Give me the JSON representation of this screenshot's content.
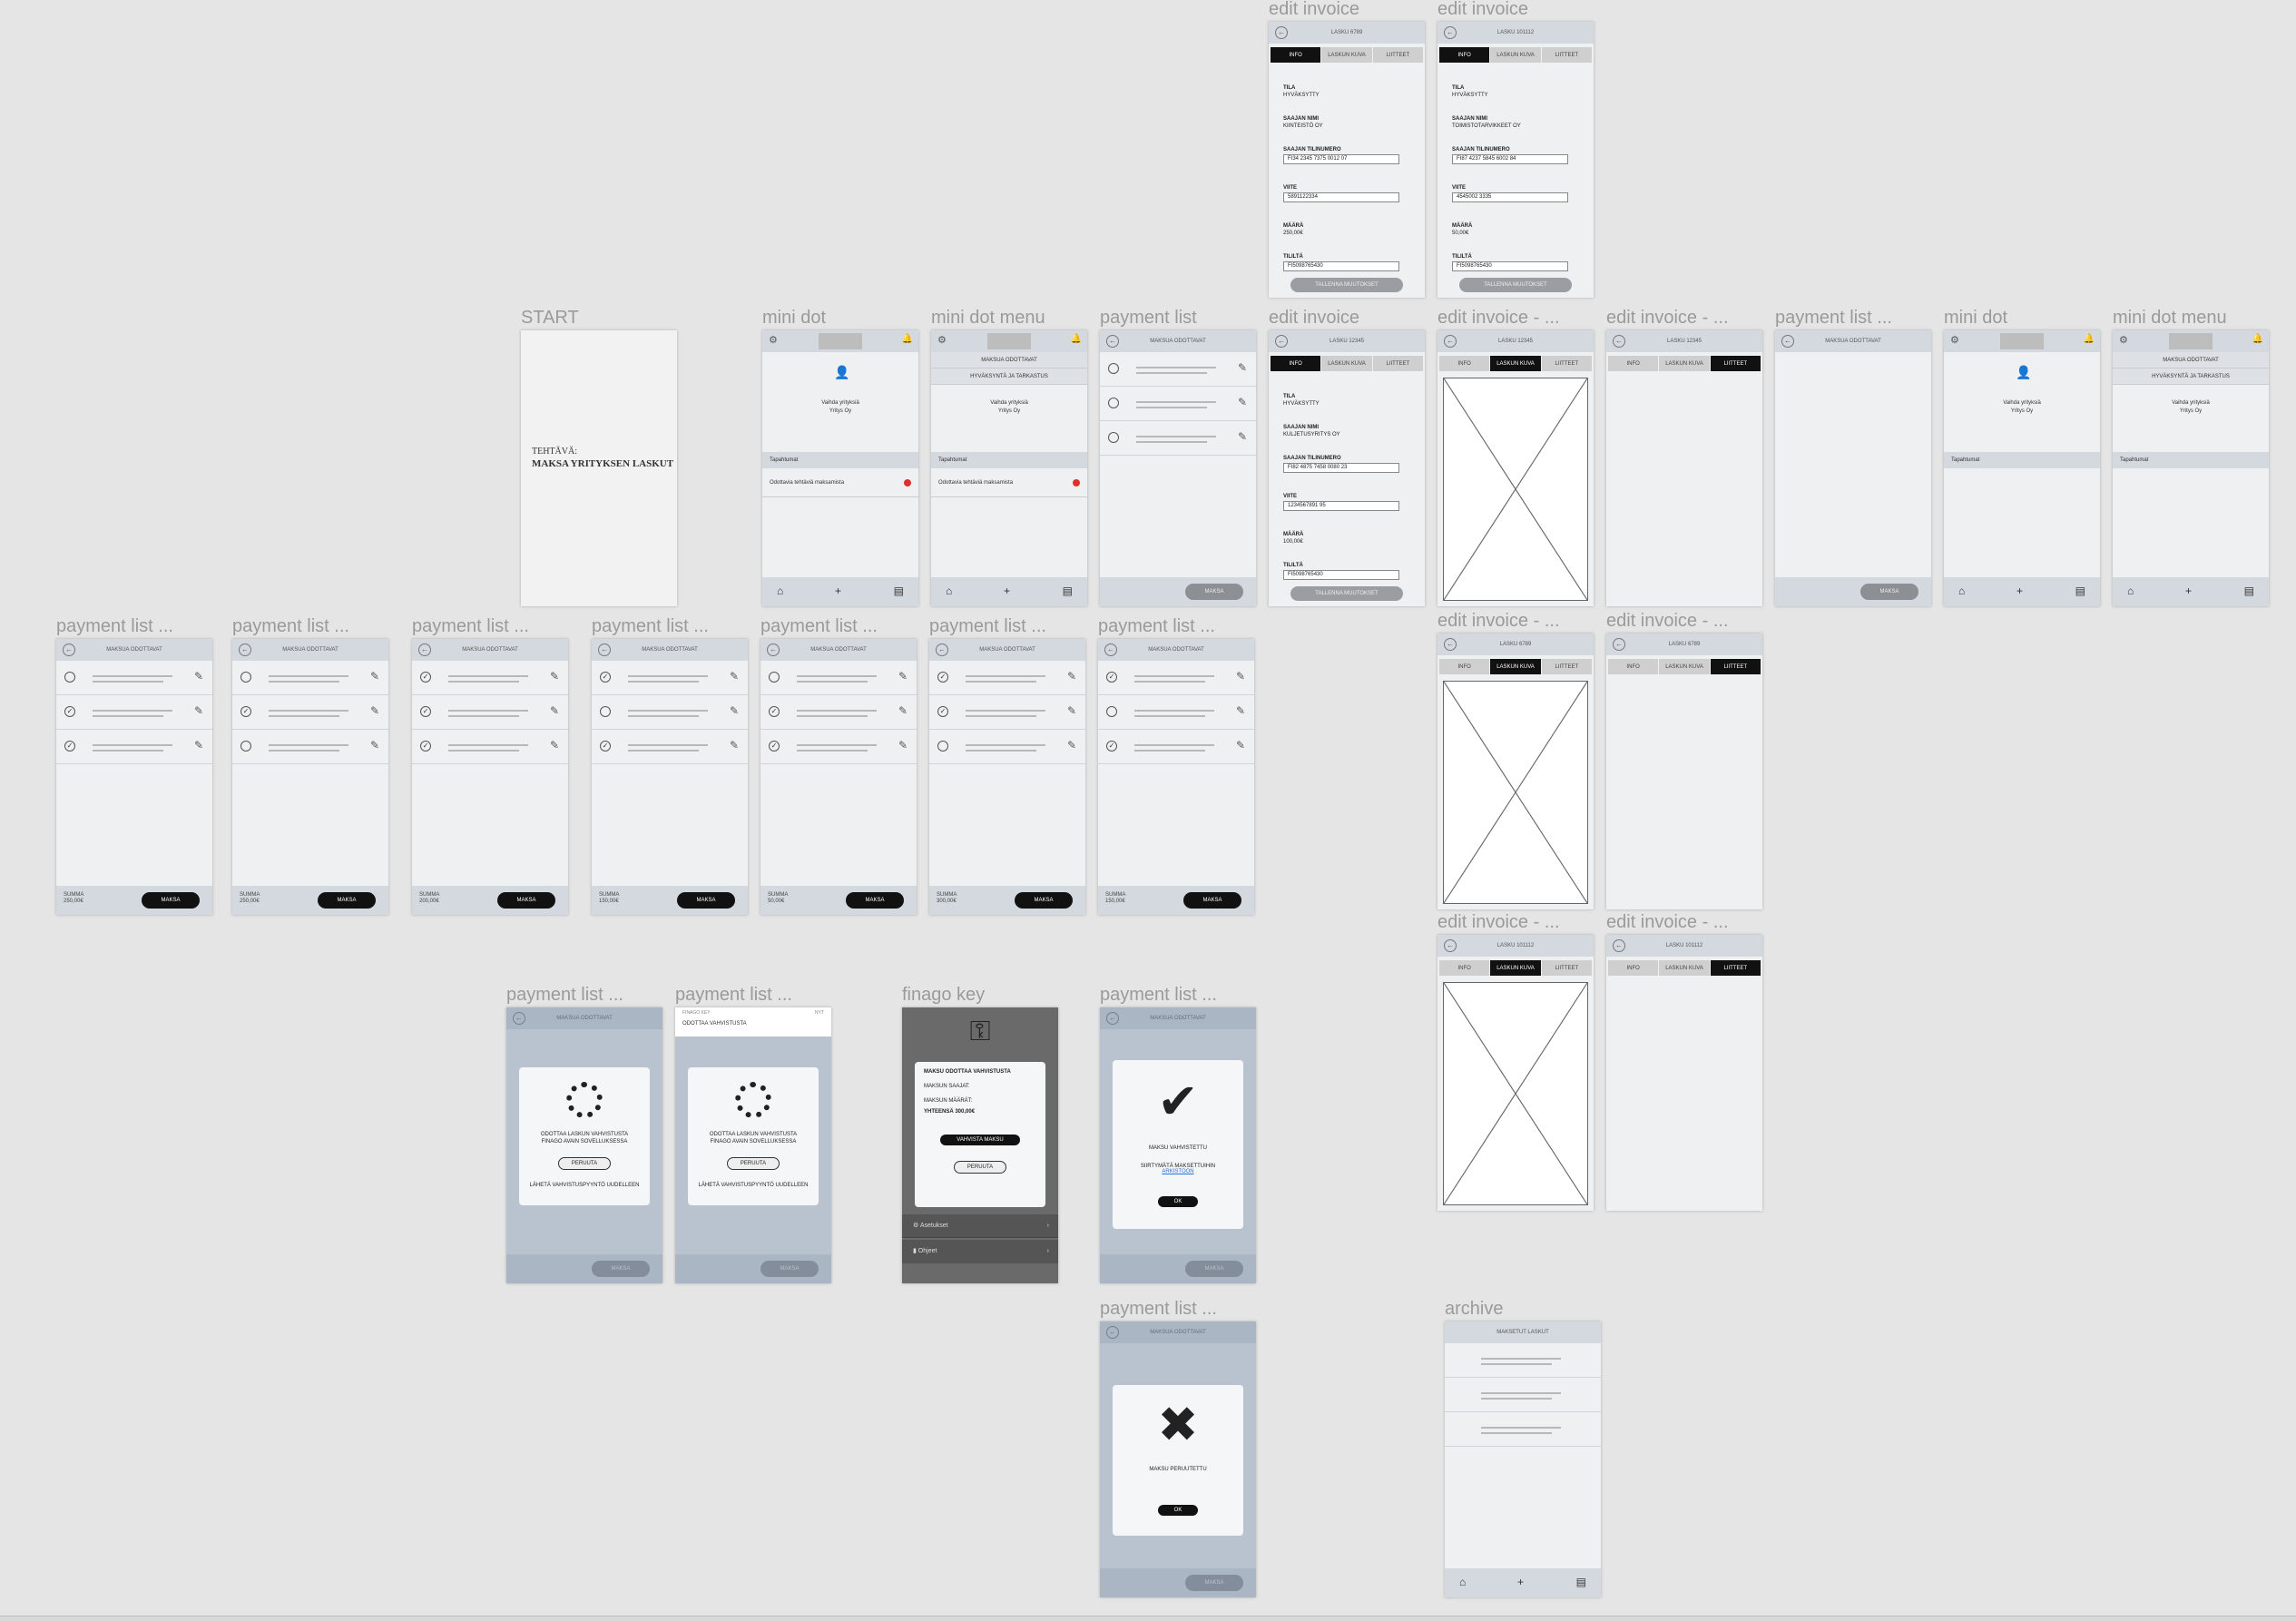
{
  "labels": {
    "start": "START",
    "mini_dot": "mini dot",
    "mini_dot_menu": "mini dot menu",
    "payment_list": "payment list",
    "payment_list_trunc": "payment list ...",
    "edit_invoice": "edit invoice",
    "edit_invoice_trunc": "edit invoice - ...",
    "finago_key": "finago key",
    "archive": "archive"
  },
  "start": {
    "line1": "TEHTÄVÄ:",
    "line2": "MAKSA YRITYKSEN LASKUT"
  },
  "common": {
    "header_pay": "MAKSUA ODOTTAVAT",
    "pay_button": "MAKSA",
    "save_button": "TALLENNA MUUTOKSET",
    "tab_info": "INFO",
    "tab_invoice": "LASKUN KUVA",
    "tab_attach": "LIITTEET",
    "archive_header": "MAKSETUT LASKUT",
    "company_label": "Vaihda yrityksiä",
    "company_name": "Yritys Oy",
    "section": "Tapahtumat",
    "notification": "Odottavia tehtäviä maksamista",
    "menu1": "MAKSUA ODOTTAVAT",
    "menu2": "HYVÄKSYNTÄ JA TARKASTUS"
  },
  "sums": [
    "SUMMA\n250,00€",
    "SUMMA\n250,00€",
    "SUMMA\n200,00€",
    "SUMMA\n150,00€",
    "SUMMA\n50,00€",
    "SUMMA\n300,00€",
    "SUMMA\n150,00€"
  ],
  "invoice_top1": {
    "title": "LASKU 6789",
    "status_label": "TILA",
    "status": "HYVÄKSYTTY",
    "payee_label": "SAAJAN NIMI",
    "payee": "KIINTEISTÖ OY",
    "iban_label": "SAAJAN TILINUMERO",
    "iban": "FI34 2345 7375 0012 07",
    "ref_label": "VIITE",
    "ref": "5891122334",
    "amount_label": "MÄÄRÄ",
    "amount": "250,00€",
    "account_label": "TILILTÄ",
    "account": "FI5098765430"
  },
  "invoice_top2": {
    "title": "LASKU 101112",
    "status_label": "TILA",
    "status": "HYVÄKSYTTY",
    "payee_label": "SAAJAN NIMI",
    "payee": "TOIMISTOTARVIKKEET OY",
    "iban_label": "SAAJAN TILINUMERO",
    "iban": "FI87 4237 5845 6002 84",
    "ref_label": "VIITE",
    "ref": "4545002 3335",
    "amount_label": "MÄÄRÄ",
    "amount": "50,00€",
    "account_label": "TILILTÄ",
    "account": "FI5098765430"
  },
  "invoice_mid": {
    "title": "LASKU 12345",
    "status_label": "TILA",
    "status": "HYVÄKSYTTY",
    "payee_label": "SAAJAN NIMI",
    "payee": "KULJETUSYRITYS OY",
    "iban_label": "SAAJAN TILINUMERO",
    "iban": "FI82 4875 7458 0080 23",
    "ref_label": "VIITE",
    "ref": "1234567891 95",
    "amount_label": "MÄÄRÄ",
    "amount": "100,00€",
    "account_label": "TILILTÄ",
    "account": "FI5098765430"
  },
  "edit_titles": [
    "LASKU 12345",
    "LASKU 12345",
    "LASKU 6789",
    "LASKU 6789",
    "LASKU 101112",
    "LASKU 101112"
  ],
  "loading": {
    "text": "ODOTTAA LASKUN VAHVISTUSTA FINAGO AVAIN SOVELLUKSESSA",
    "cancel": "PERUUTA",
    "resend": "LÄHETÄ VAHVISTUSPYYNTÖ UUDELLEEN",
    "notif_app": "FINAGO KEY",
    "notif_time": "NYT",
    "notif_text": "ODOTTAA VAHVISTUSTA"
  },
  "finago": {
    "title": "MAKSU ODOTTAA VAHVISTUSTA",
    "l1": "MAKSUN SAAJAT:",
    "l2": "MAKSUN MÄÄRÄT:",
    "l3": "YHTEENSÄ 300,00€",
    "confirm": "VAHVISTA MAKSU",
    "cancel": "PERUUTA",
    "menu1": "Asetukset",
    "menu2": "Ohjeet"
  },
  "success": {
    "text": "MAKSU VAHVISTETTU",
    "sub": "SIIRTYMÄTÄ MAKSETTUIHIN",
    "link": "ARKISTOON",
    "ok": "OK"
  },
  "fail": {
    "text": "MAKSU PERUUTETTU",
    "ok": "OK"
  }
}
